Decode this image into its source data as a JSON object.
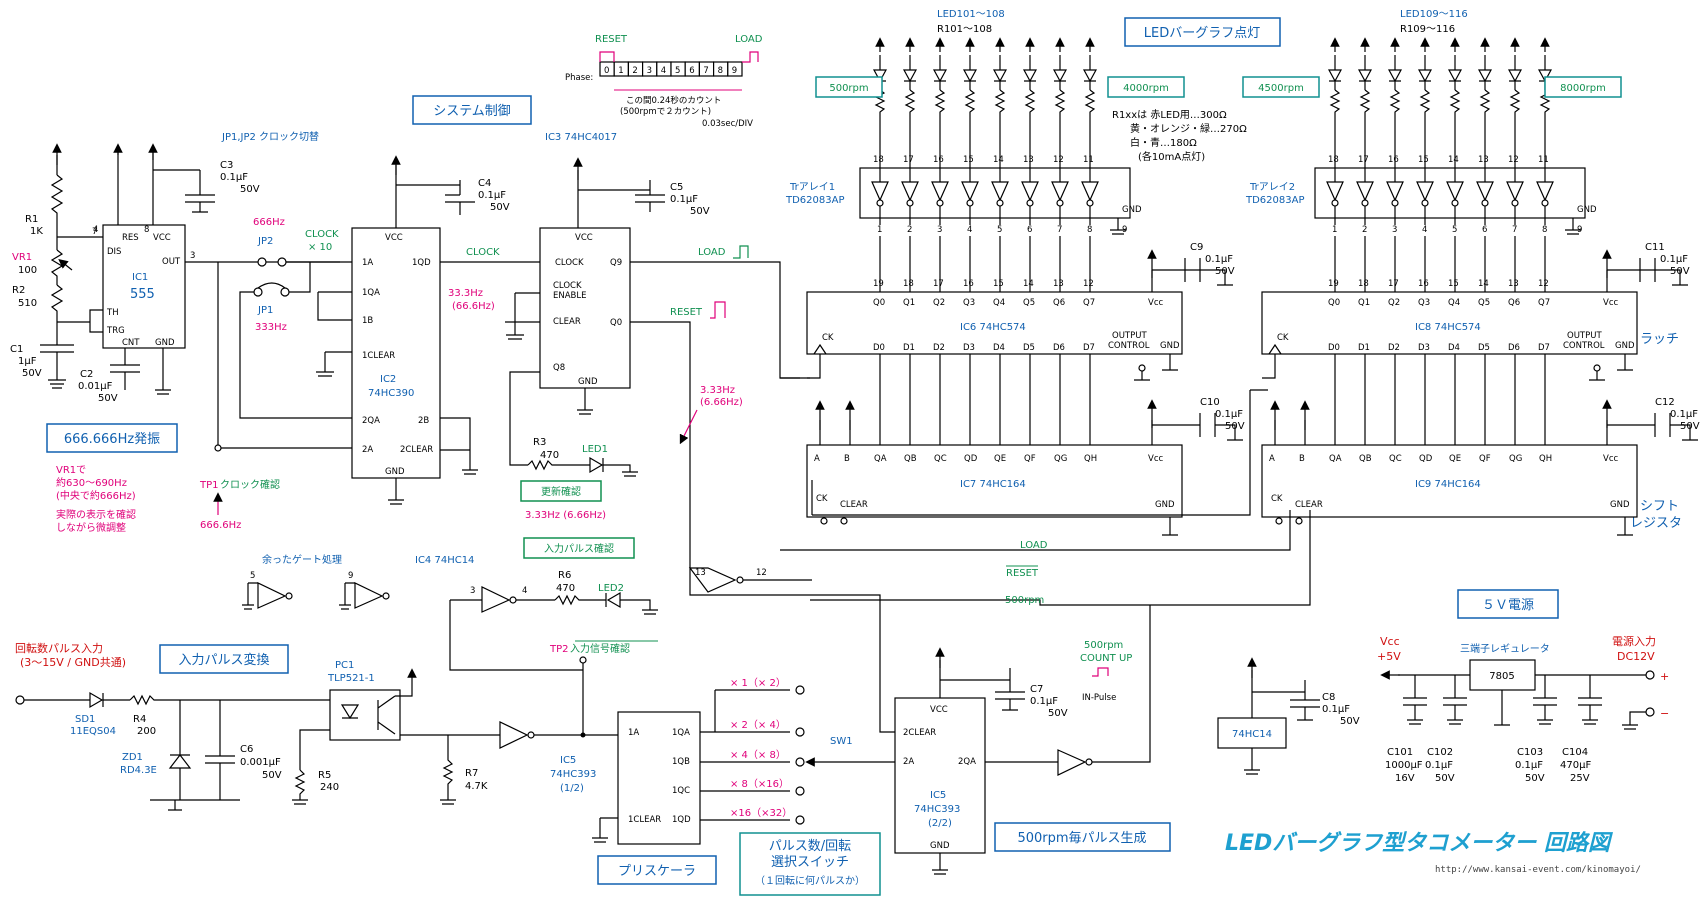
{
  "title": "LEDバーグラフ型タコメーター 回路図",
  "url": "http://www.kansai-event.com/kinomayoi/",
  "sections": {
    "system_control": "システム制御",
    "osc": "666.666Hz発振",
    "input_conv": "入力パルス変換",
    "prescaler": "プリスケーラ",
    "pulse_select": [
      "パルス数/回転",
      "選択スイッチ",
      "（１回転に何パルスか）"
    ],
    "pulse_gen": "500rpm毎パルス生成",
    "power": "５Ｖ電源",
    "led_bar": "LEDバーグラフ点灯",
    "latch": "ラッチ",
    "shift": [
      "シフト",
      "レジスタ"
    ],
    "unused_gate": "余ったゲート処理",
    "update_check": "更新確認",
    "input_pulse_check": "入力パルス確認"
  },
  "ic1": {
    "name": "IC1",
    "part": "555",
    "pins": {
      "res": "RES",
      "vcc": "VCC",
      "dis": "DIS",
      "out": "OUT",
      "th": "TH",
      "trg": "TRG",
      "cnt": "CNT",
      "gnd": "GND"
    }
  },
  "ic2": {
    "name": "IC2",
    "part": "74HC390",
    "pins": {
      "vcc": "VCC",
      "clka": "1A",
      "qa": "1QA",
      "clkb": "1B",
      "clr1": "1CLEAR",
      "qd": "1QD",
      "qa2": "2QA",
      "a2": "2A",
      "b2": "2B",
      "clr2": "2CLEAR",
      "gnd": "GND"
    }
  },
  "ic3": {
    "name": "IC3 74HC4017",
    "pins": {
      "vcc": "VCC",
      "clock": "CLOCK",
      "enable": [
        "CLOCK",
        "ENABLE"
      ],
      "clear": "CLEAR",
      "q9": "Q9",
      "q0": "Q0",
      "q8": "Q8",
      "gnd": "GND"
    }
  },
  "ic4": {
    "name": "IC4 74HC14"
  },
  "ic5a": {
    "name": "IC5",
    "part": "74HC393",
    "sub": "(1/2)",
    "pins": {
      "a": "1A",
      "qa": "1QA",
      "qb": "1QB",
      "qc": "1QC",
      "qd": "1QD",
      "clr": "1CLEAR"
    }
  },
  "ic5b": {
    "name": "IC5",
    "part": "74HC393",
    "sub": "(2/2)",
    "pins": {
      "vcc": "VCC",
      "clr": "2CLEAR",
      "a": "2A",
      "qa": "2QA",
      "gnd": "GND"
    }
  },
  "ic6": {
    "name": "IC6 74HC574",
    "q": [
      "Q0",
      "Q1",
      "Q2",
      "Q3",
      "Q4",
      "Q5",
      "Q6",
      "Q7"
    ],
    "d": [
      "D0",
      "D1",
      "D2",
      "D3",
      "D4",
      "D5",
      "D6",
      "D7"
    ],
    "ck": "CK",
    "vcc": "Vcc",
    "oc": [
      "OUTPUT",
      "CONTROL"
    ],
    "gnd": "GND"
  },
  "ic8": {
    "name": "IC8 74HC574"
  },
  "ic7": {
    "name": "IC7 74HC164",
    "pins": [
      "A",
      "B",
      "QA",
      "QB",
      "QC",
      "QD",
      "QE",
      "QF",
      "QG",
      "QH"
    ],
    "ck": "CK",
    "clear": "CLEAR",
    "vcc": "Vcc",
    "gnd": "GND"
  },
  "ic9": {
    "name": "IC9 74HC164"
  },
  "tr1": {
    "name": "Trアレイ1",
    "part": "TD62083AP"
  },
  "tr2": {
    "name": "Trアレイ2",
    "part": "TD62083AP"
  },
  "leds1": {
    "name": "LED101～108",
    "res": "R101～108"
  },
  "leds2": {
    "name": "LED109～116",
    "res": "R109～116"
  },
  "rpm": {
    "r500": "500rpm",
    "r4000": "4000rpm",
    "r4500": "4500rpm",
    "r8000": "8000rpm"
  },
  "r_note": [
    "R1xxは 赤LED用…300Ω",
    "黄・オレンジ・緑…270Ω",
    "白・青…180Ω",
    "(各10mA点灯)"
  ],
  "phase": {
    "label": "Phase:",
    "cells": [
      "0",
      "1",
      "2",
      "3",
      "4",
      "5",
      "6",
      "7",
      "8",
      "9"
    ],
    "reset": "RESET",
    "load": "LOAD",
    "note1": "この間0.24秒のカウント",
    "note2": "(500rpmで２カウント)",
    "note3": "0.03sec/DIV"
  },
  "jp": {
    "title": "JP1,JP2 クロック切替",
    "jp2": "JP2",
    "jp2f": "666Hz",
    "jp1": "JP1",
    "jp1f": "333Hz",
    "clockx10": "CLOCK",
    "x10": "× 10",
    "clk_out": "CLOCK",
    "f1": "33.3Hz",
    "f2": "(66.6Hz)"
  },
  "osc": {
    "r1": "R1",
    "r1v": "1K",
    "vr1": "VR1",
    "vr1v": "100",
    "r2": "R2",
    "r2v": "510",
    "c1": "C1",
    "c1v": "1μF",
    "c1vv": "50V",
    "c2": "C2",
    "c2v": "0.01μF",
    "c2vv": "50V",
    "c3": "C3",
    "c3v": "0.1μF",
    "c3vv": "50V",
    "note": [
      "VR1で",
      "約630～690Hz",
      "(中央で約666Hz)"
    ],
    "note2": [
      "実際の表示を確認",
      "しながら微調整"
    ]
  },
  "tp1": {
    "label": "TP1",
    "text": "クロック確認",
    "freq": "666.6Hz"
  },
  "caps": {
    "c4": "C4",
    "c5": "C5",
    "c7": "C7",
    "c8": "C8",
    "c9": "C9",
    "c10": "C10",
    "c11": "C11",
    "c12": "C12",
    "cv": "0.1μF",
    "vv": "50V"
  },
  "update": {
    "r3": "R3",
    "r3v": "470",
    "led1": "LED1",
    "freq": "3.33Hz (6.66Hz)"
  },
  "sig": {
    "load": "LOAD",
    "reset": "RESET",
    "r500": "500rpm",
    "f333": "3.33Hz",
    "f666": "(6.66Hz)"
  },
  "input": {
    "title": "回転数パルス入力",
    "sub": "(3～15V / GND共通)",
    "sd1": "SD1",
    "sd1v": "11EQS04",
    "r4": "R4",
    "r4v": "200",
    "zd1": "ZD1",
    "zd1v": "RD4.3E",
    "c6": "C6",
    "c6v": "0.001μF",
    "c6vv": "50V",
    "pc1": "PC1",
    "pc1v": "TLP521-1",
    "r5": "R5",
    "r5v": "240",
    "r7": "R7",
    "r7v": "4.7K",
    "r6": "R6",
    "r6v": "470",
    "led2": "LED2",
    "tp2": "TP2",
    "tp2t": "入力信号確認"
  },
  "sw1": {
    "name": "SW1",
    "opts": [
      "× 1（× 2）",
      "× 2（× 4）",
      "× 4（× 8）",
      "× 8（×16）",
      "×16（×32）"
    ]
  },
  "countup": {
    "l1": "500rpm",
    "l2": "COUNT UP",
    "l3": "IN-Pulse"
  },
  "power": {
    "vcc": "Vcc",
    "p5": "+5V",
    "reg": "三端子レギュレータ",
    "part": "7805",
    "in": "電源入力",
    "dc": "DC12V",
    "plus": "+",
    "minus": "−",
    "c101": "C101",
    "c101v": "1000μF",
    "c101vv": "16V",
    "c102": "C102",
    "c102v": "0.1μF",
    "c102vv": "50V",
    "c103": "C103",
    "c103v": "0.1μF",
    "c103vv": "50V",
    "c104": "C104",
    "c104v": "470μF",
    "c104vv": "25V",
    "hc14": "74HC14"
  }
}
